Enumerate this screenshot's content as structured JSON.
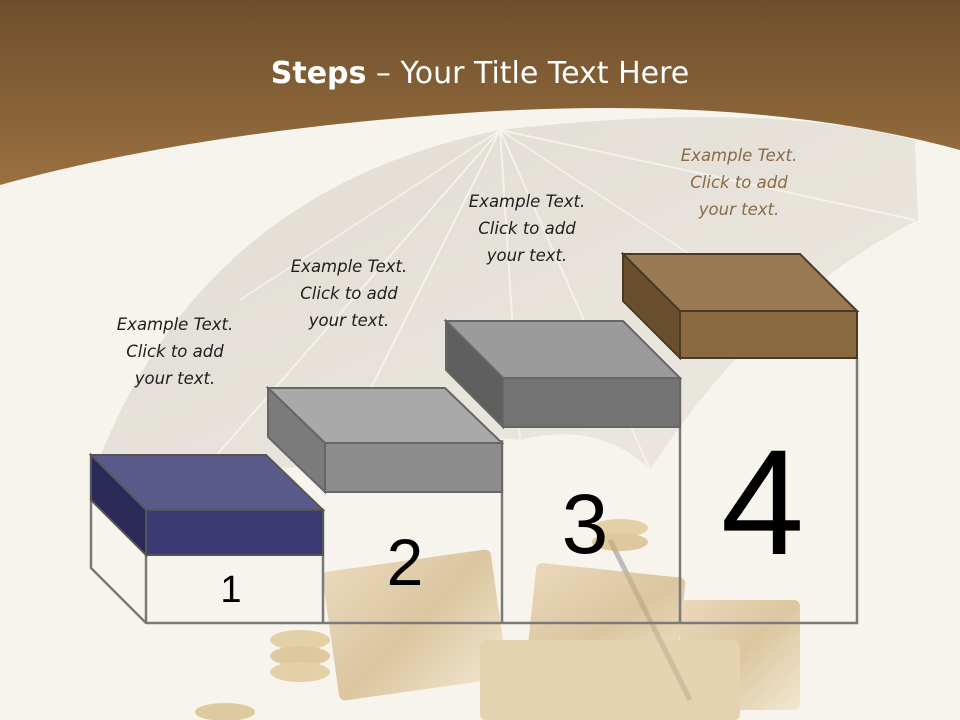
{
  "slide": {
    "title_bold": "Steps",
    "title_rest": " – Your Title Text Here"
  },
  "steps": [
    {
      "number": "1",
      "color": "#3b3a72",
      "caption": {
        "line1": "Example Text.",
        "line2": "Click  to add",
        "line3": "your text."
      }
    },
    {
      "number": "2",
      "color": "#8c8c8c",
      "caption": {
        "line1": "Example Text.",
        "line2": "Click  to add",
        "line3": "your text."
      }
    },
    {
      "number": "3",
      "color": "#737373",
      "caption": {
        "line1": "Example Text.",
        "line2": "Click  to add",
        "line3": "your text."
      }
    },
    {
      "number": "4",
      "color": "#8a6a40",
      "caption": {
        "line1": "Example Text.",
        "line2": "Click  to add",
        "line3": "your text."
      }
    }
  ],
  "colors": {
    "header_brown": "#8a6336",
    "background": "#f7f4ee"
  }
}
